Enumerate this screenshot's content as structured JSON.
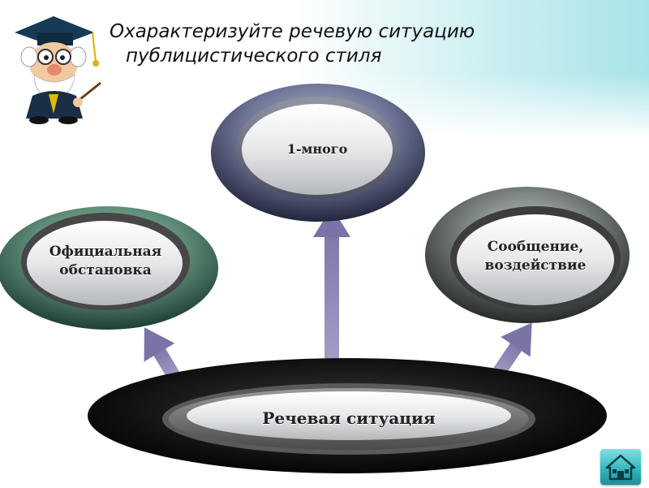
{
  "slide": {
    "title_line1": "Охарактеризуйте речевую ситуацию",
    "title_line2": "публицистического стиля"
  },
  "diagram": {
    "center": {
      "label": "Речевая ситуация"
    },
    "top": {
      "label": "1-много"
    },
    "left": {
      "line1": "Официальная",
      "line2": "обстановка"
    },
    "right": {
      "line1": "Сообщение,",
      "line2": "воздействие"
    }
  },
  "colors": {
    "arrow": "#8e88b4",
    "title_text": "#111111",
    "accent": "#2fb4bc"
  },
  "icons": {
    "mascot": "professor-mascot-icon",
    "home": "home-icon"
  }
}
